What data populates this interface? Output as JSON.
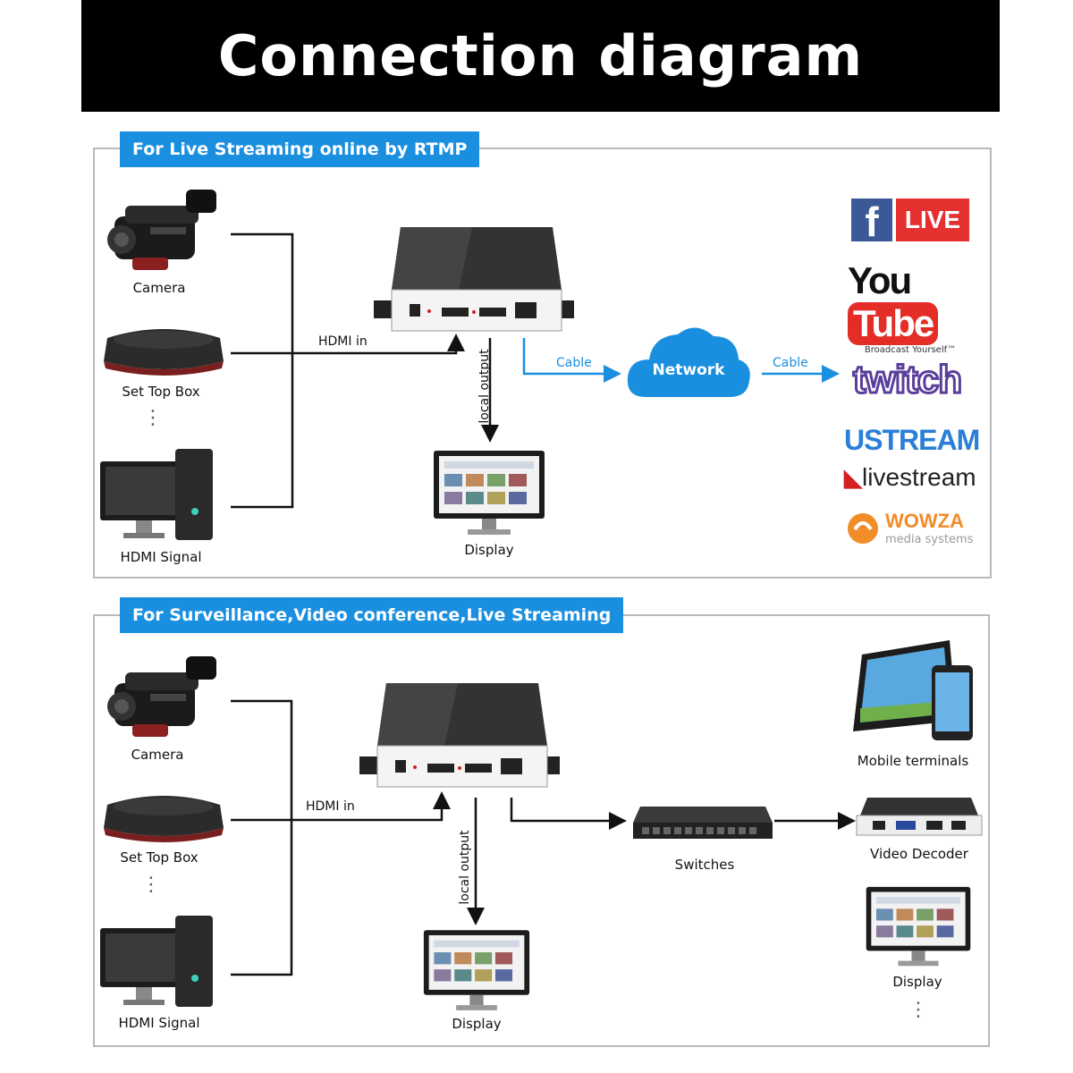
{
  "header": {
    "title": "Connection diagram"
  },
  "panel1": {
    "tag": "For Live Streaming online by RTMP",
    "sources": {
      "camera": "Camera",
      "set_top_box": "Set Top Box",
      "hdmi_signal": "HDMI Signal",
      "ellipsis": "⋮"
    },
    "hdmi_in": "HDMI in",
    "local_output": "local output",
    "display": "Display",
    "cable_left": "Cable",
    "cable_right": "Cable",
    "network": "Network",
    "platforms": {
      "facebook_f": "f",
      "facebook_live": "LIVE",
      "youtube_you": "You",
      "youtube_tube": "Tube",
      "youtube_sub": "Broadcast Yourself™",
      "twitch": "twitch",
      "ustream": "USTREAM",
      "livestream": "livestream",
      "wowza": "WOWZA",
      "wowza_sub": "media systems"
    }
  },
  "panel2": {
    "tag": "For Surveillance,Video conference,Live Streaming",
    "sources": {
      "camera": "Camera",
      "set_top_box": "Set Top Box",
      "hdmi_signal": "HDMI Signal",
      "ellipsis": "⋮"
    },
    "hdmi_in": "HDMI in",
    "local_output": "local output",
    "display": "Display",
    "switches": "Switches",
    "mobile_terminals": "Mobile terminals",
    "video_decoder": "Video Decoder",
    "display_right": "Display",
    "ellipsis_right": "⋮"
  },
  "colors": {
    "accent": "#1a8fdf",
    "header_bg": "#000000",
    "cloud": "#1a8fdf"
  }
}
